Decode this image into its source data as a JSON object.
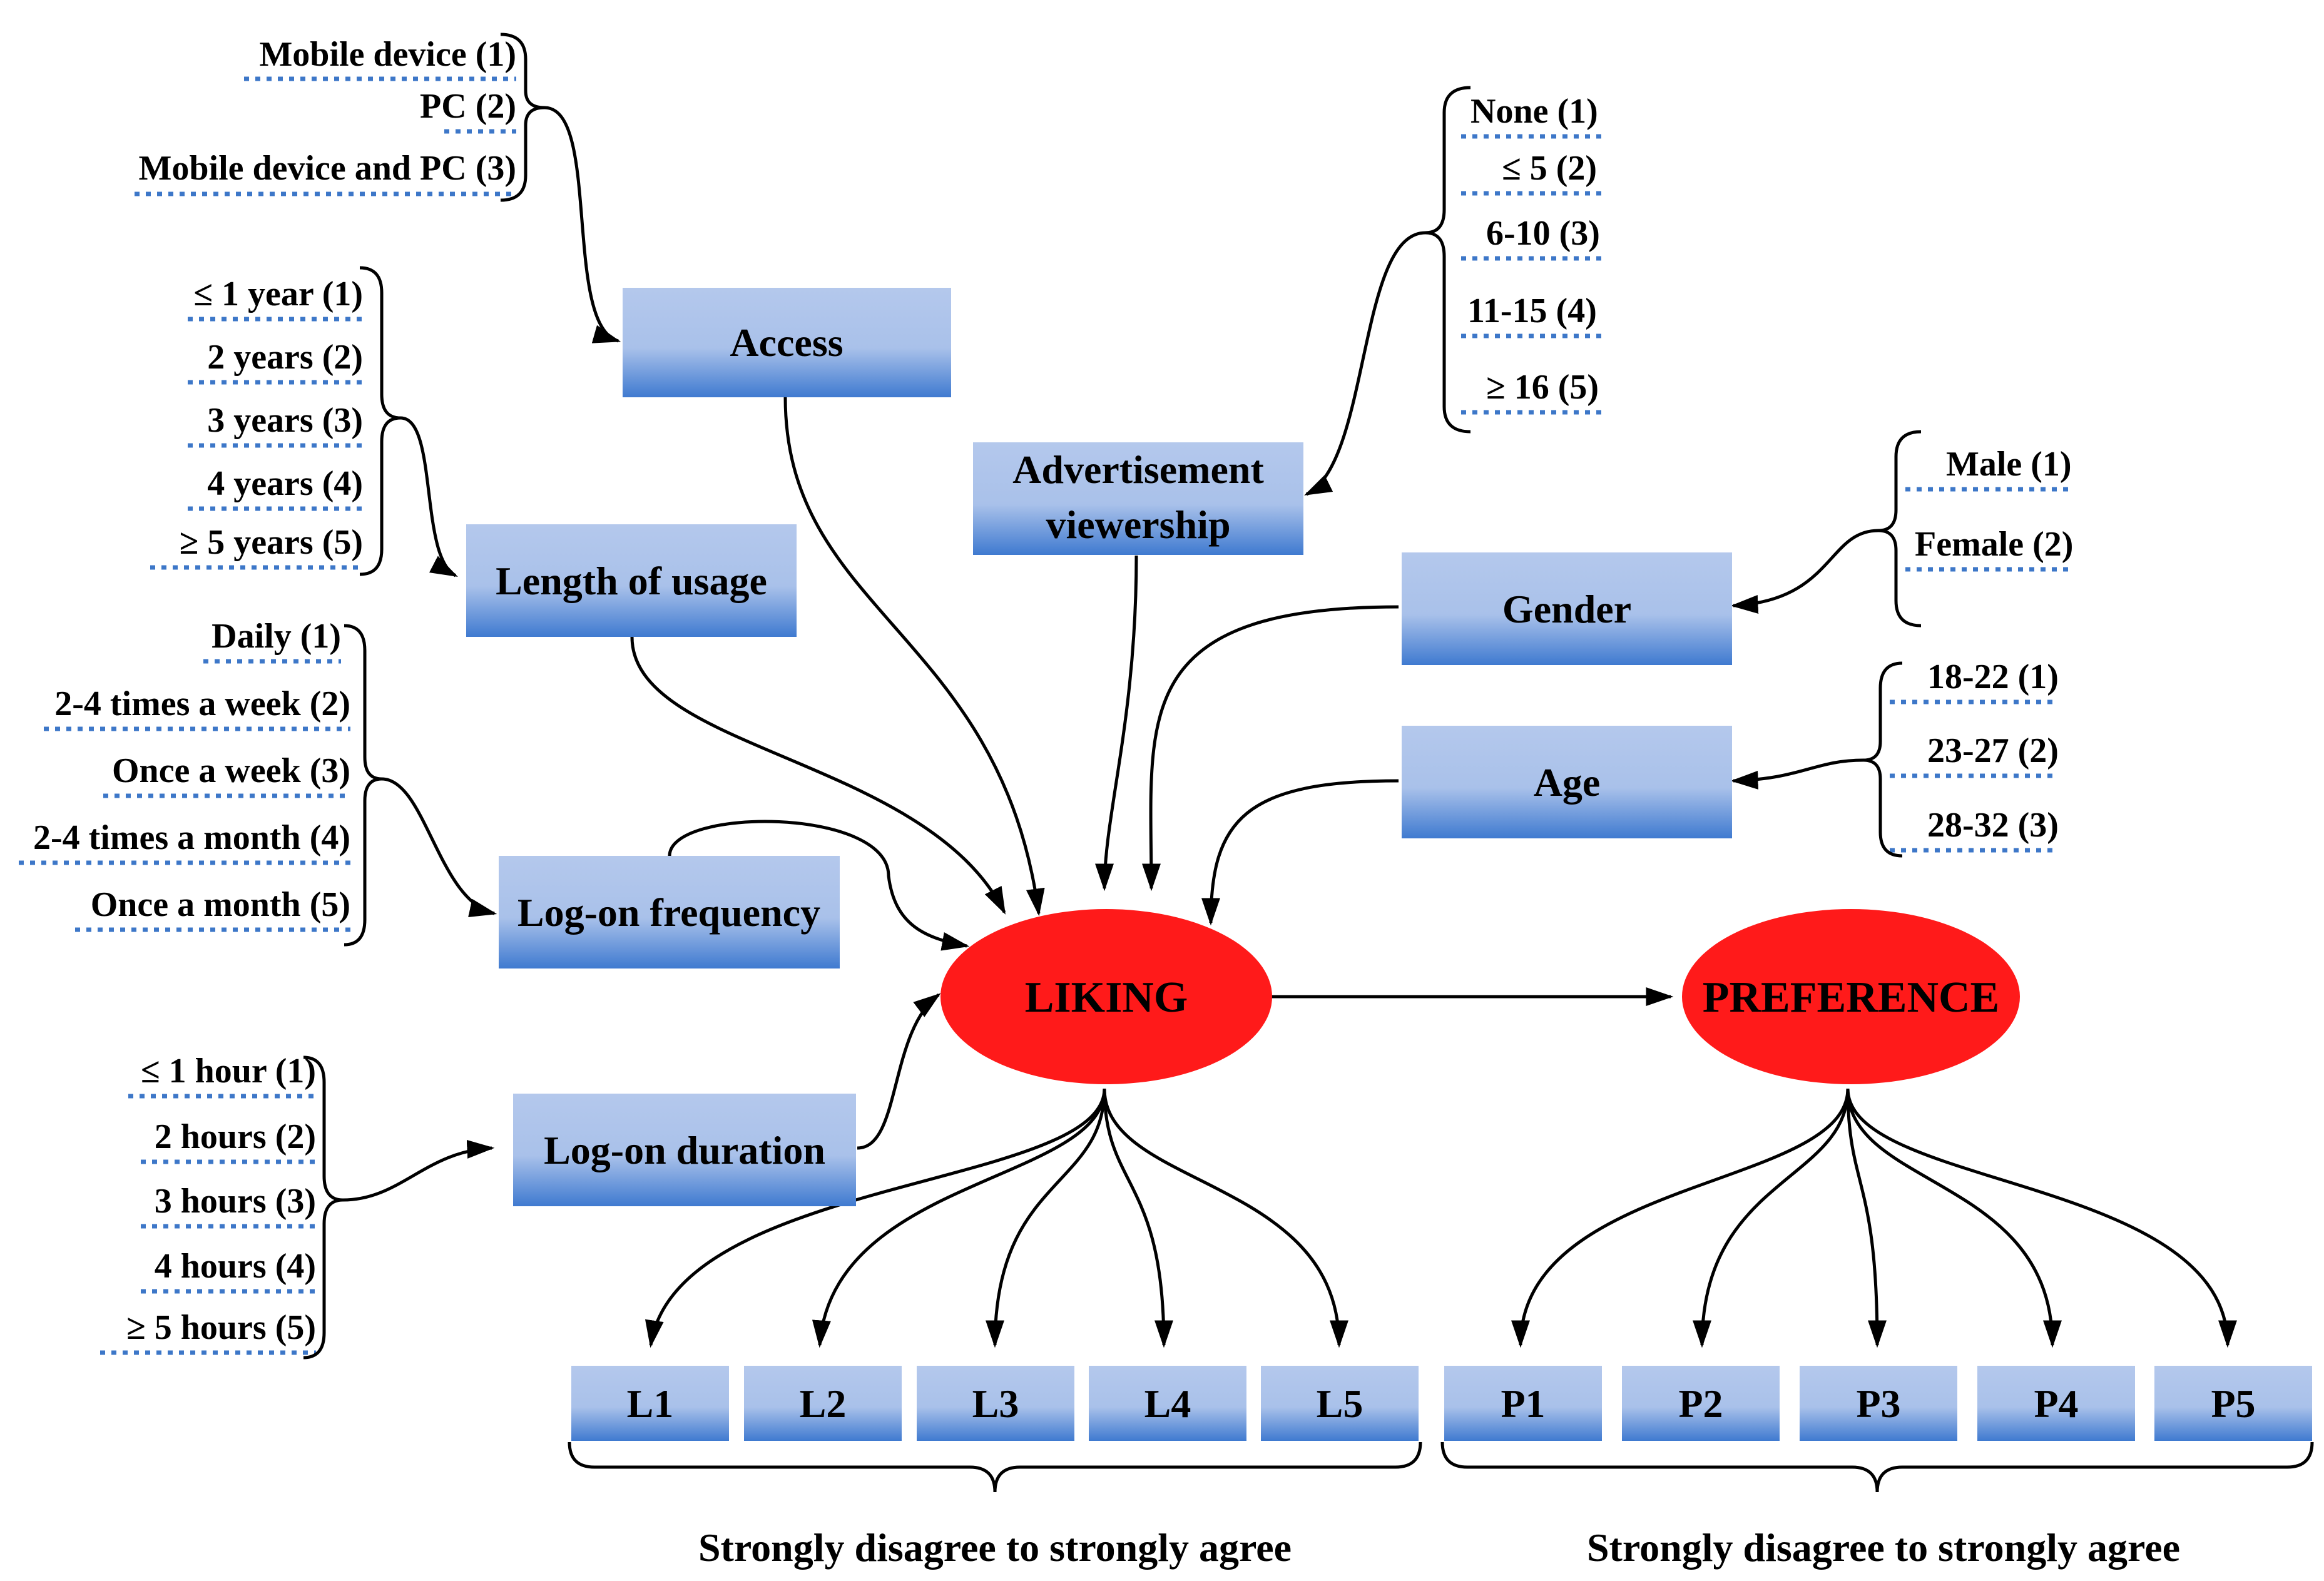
{
  "colors": {
    "box_top": "#b4c8ec",
    "box_bottom": "#3f7ad0",
    "ellipse_fill": "#ff1a1a",
    "dotted_underline": "#3d77c8",
    "arrow": "#000000"
  },
  "nodes": {
    "access": "Access",
    "length_of_usage": "Length of usage",
    "logon_frequency": "Log-on frequency",
    "logon_duration": "Log-on duration",
    "advertisement_line1": "Advertisement",
    "advertisement_line2": "viewership",
    "gender": "Gender",
    "age": "Age",
    "liking": "LIKING",
    "preference": "PREFERENCE"
  },
  "options": {
    "access": [
      "Mobile device (1)",
      "PC (2)",
      "Mobile device and PC (3)"
    ],
    "length_of_usage": [
      "≤ 1 year (1)",
      "2 years (2)",
      "3 years (3)",
      "4 years (4)",
      "≥ 5 years (5)"
    ],
    "logon_frequency": [
      "Daily (1)",
      "2-4 times a week (2)",
      "Once a week (3)",
      "2-4 times a month (4)",
      "Once a month (5)"
    ],
    "logon_duration": [
      "≤ 1 hour (1)",
      "2 hours (2)",
      "3 hours (3)",
      "4 hours (4)",
      "≥ 5 hours (5)"
    ],
    "advertisement": [
      "None (1)",
      "≤ 5 (2)",
      "6-10 (3)",
      "11-15 (4)",
      "≥ 16 (5)"
    ],
    "gender": [
      "Male (1)",
      "Female (2)"
    ],
    "age": [
      "18-22 (1)",
      "23-27 (2)",
      "28-32 (3)"
    ]
  },
  "indicators": {
    "liking": [
      "L1",
      "L2",
      "L3",
      "L4",
      "L5"
    ],
    "preference": [
      "P1",
      "P2",
      "P3",
      "P4",
      "P5"
    ]
  },
  "footers": {
    "liking": "Strongly disagree to strongly agree",
    "preference": "Strongly disagree to strongly agree"
  }
}
